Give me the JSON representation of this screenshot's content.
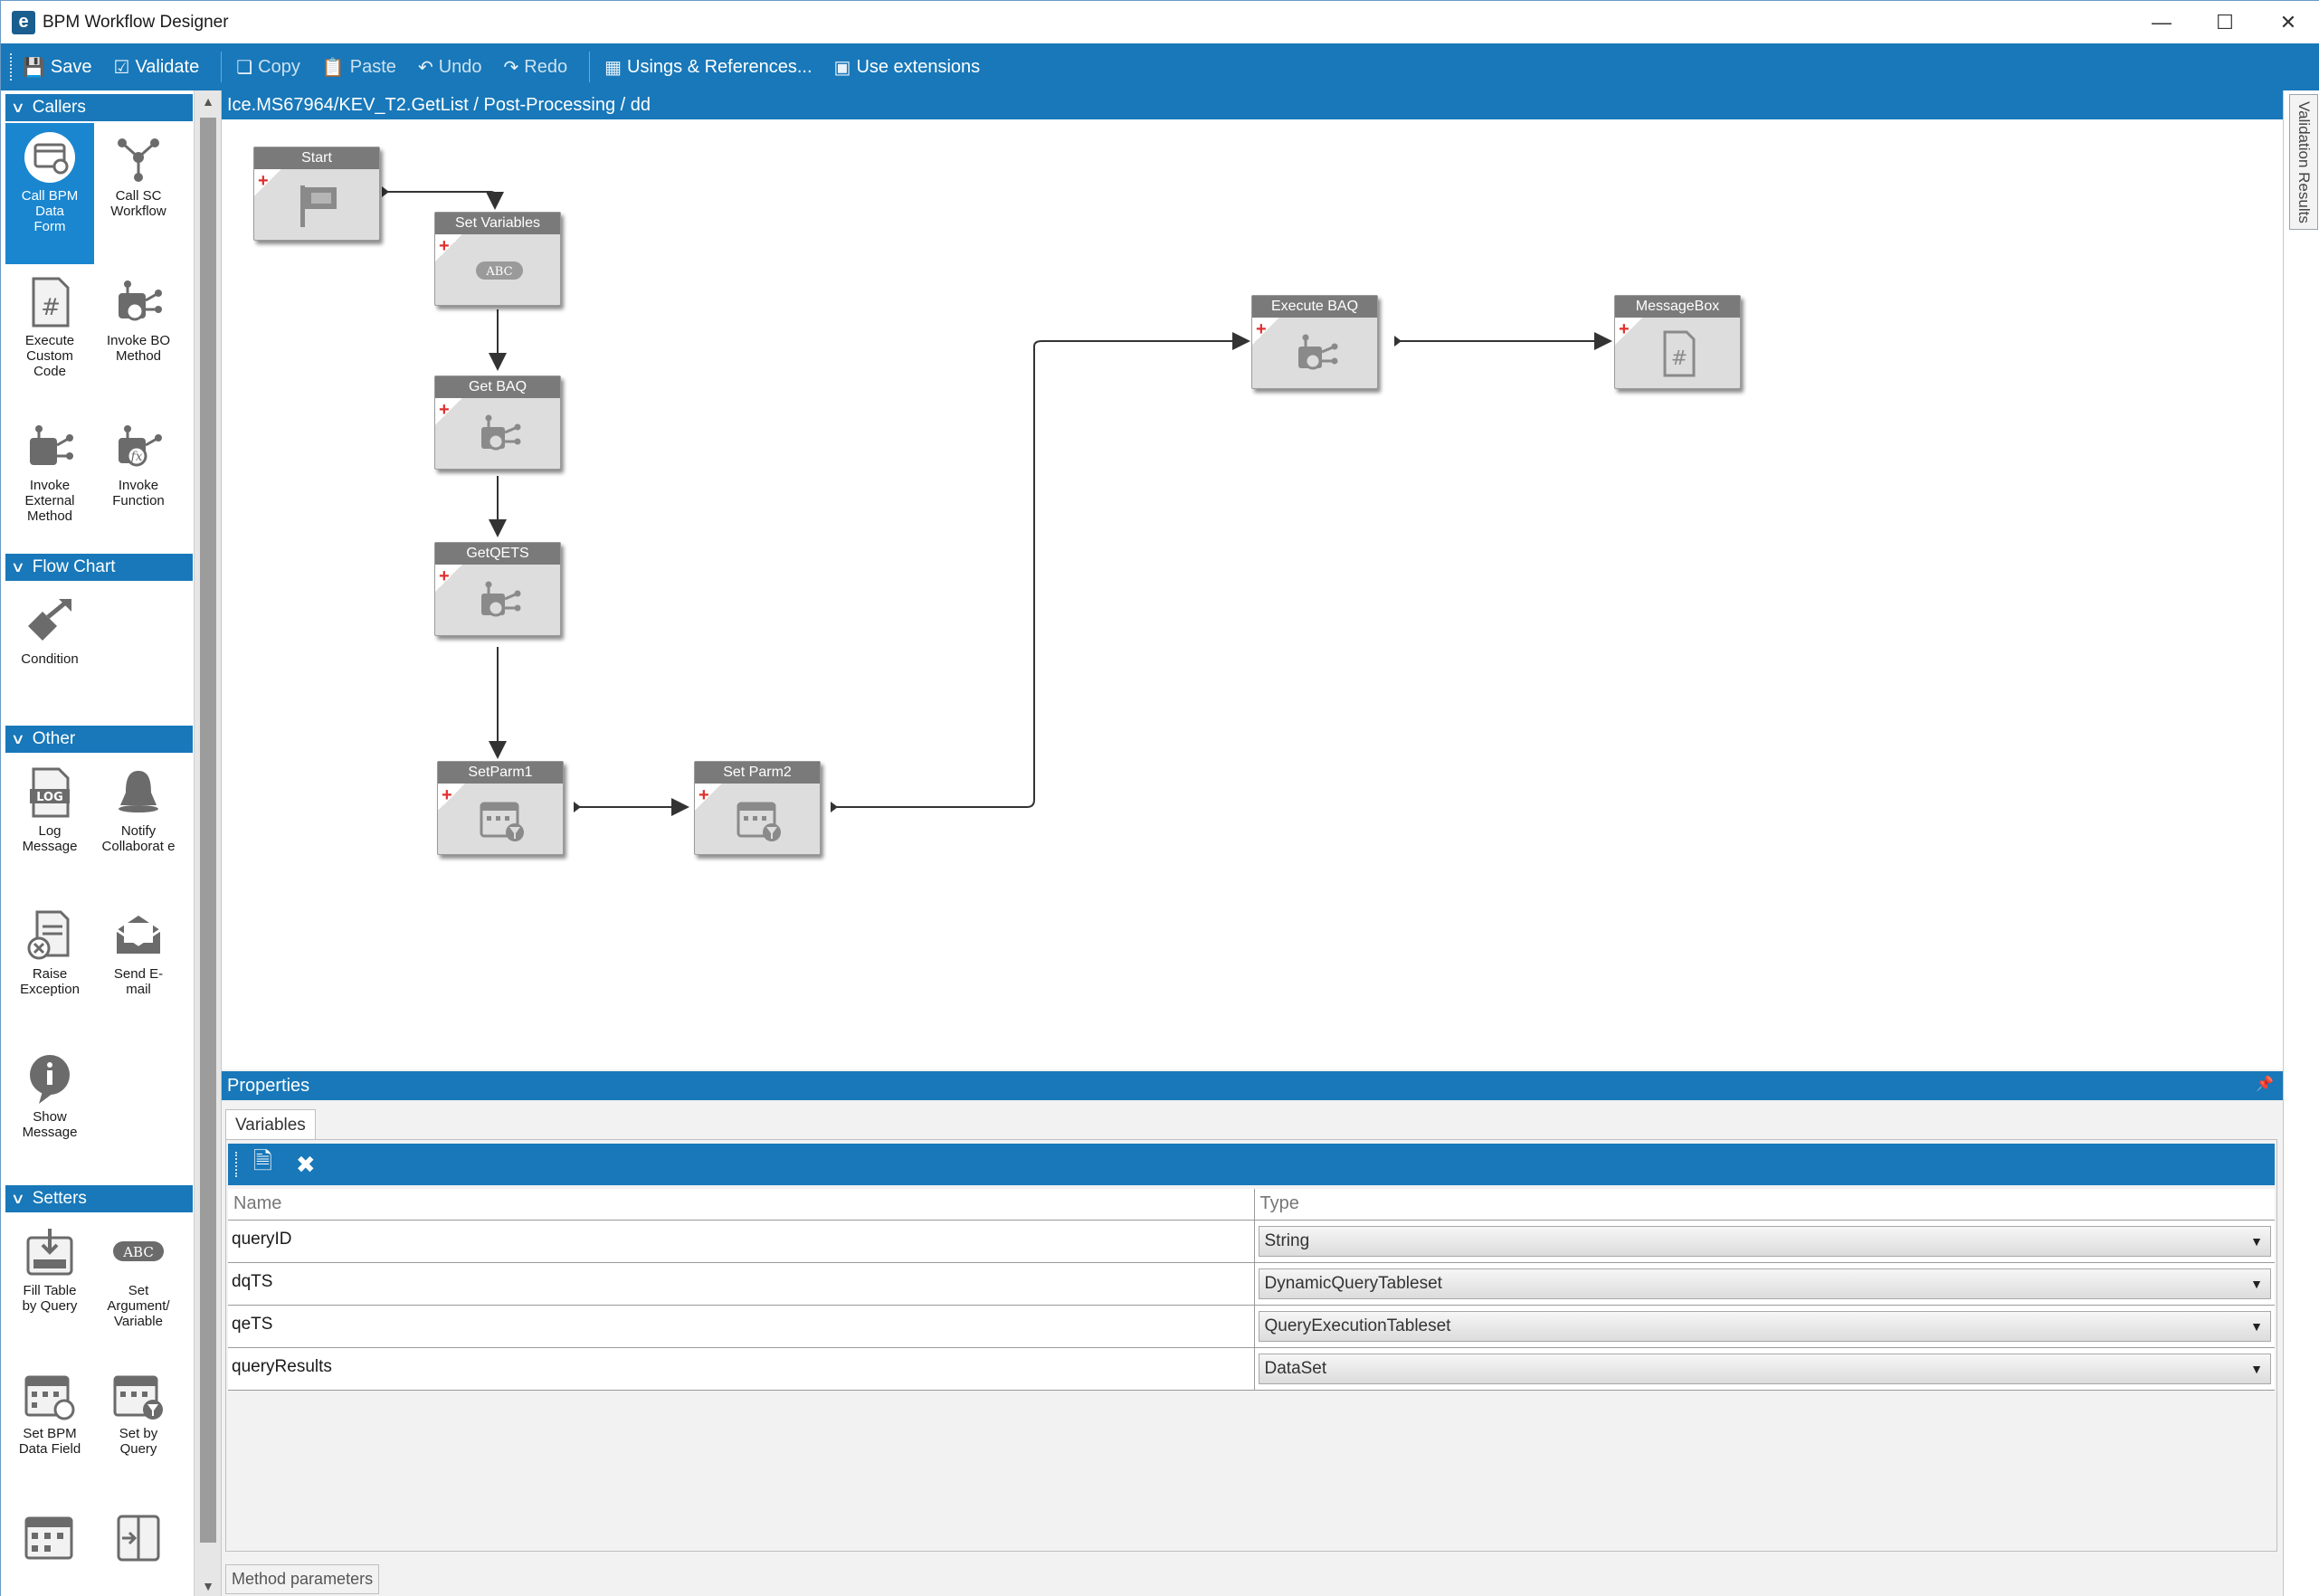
{
  "window": {
    "title": "BPM Workflow Designer",
    "app_icon": "e",
    "minimize": "—",
    "maximize": "☐",
    "close": "✕"
  },
  "toolbar": {
    "save": "Save",
    "validate": "Validate",
    "copy": "Copy",
    "paste": "Paste",
    "undo": "Undo",
    "redo": "Redo",
    "usings": "Usings & References...",
    "extensions": "Use extensions"
  },
  "toolbox": {
    "sections": {
      "callers": "Callers",
      "flow_chart": "Flow Chart",
      "other": "Other",
      "setters": "Setters"
    },
    "tools": {
      "call_bpm_data_form": "Call BPM Data Form",
      "call_sc_workflow": "Call SC Workflow",
      "execute_custom_code": "Execute Custom Code",
      "invoke_bo_method": "Invoke BO Method",
      "invoke_external_method": "Invoke External Method",
      "invoke_function": "Invoke Function",
      "condition": "Condition",
      "log_message": "Log Message",
      "notify_collaborate": "Notify Collaborat e",
      "raise_exception": "Raise Exception",
      "send_email": "Send E- mail",
      "show_message": "Show Message",
      "fill_table_by_query": "Fill Table by Query",
      "set_argument_variable": "Set Argument/ Variable",
      "set_bpm_data_field": "Set BPM Data Field",
      "set_by_query": "Set by Query"
    },
    "log_icon_text": "LOG",
    "abc_icon_text": "ABC"
  },
  "breadcrumb": "Ice.MS67964/KEV_T2.GetList / Post-Processing / dd",
  "validation_tab": "Validation Results",
  "workflow": {
    "nodes": {
      "start": "Start",
      "set_variables": "Set Variables",
      "get_baq": "Get BAQ",
      "getqets": "GetQETS",
      "setparm1": "SetParm1",
      "setparm2": "Set Parm2",
      "execute_baq": "Execute BAQ",
      "messagebox": "MessageBox"
    },
    "abc_text": "ABC"
  },
  "properties": {
    "title": "Properties",
    "tab": "Variables",
    "columns": {
      "name": "Name",
      "type": "Type"
    },
    "variables": [
      {
        "name": "queryID",
        "type": "String"
      },
      {
        "name": "dqTS",
        "type": "DynamicQueryTableset"
      },
      {
        "name": "qeTS",
        "type": "QueryExecutionTableset"
      },
      {
        "name": "queryResults",
        "type": "DataSet"
      }
    ],
    "bottom_tab": "Method parameters"
  },
  "colors": {
    "accent": "#1878b9",
    "node_header": "#7a7a7a",
    "node_body": "#dddddd",
    "selected_tool": "#1a86d0"
  }
}
